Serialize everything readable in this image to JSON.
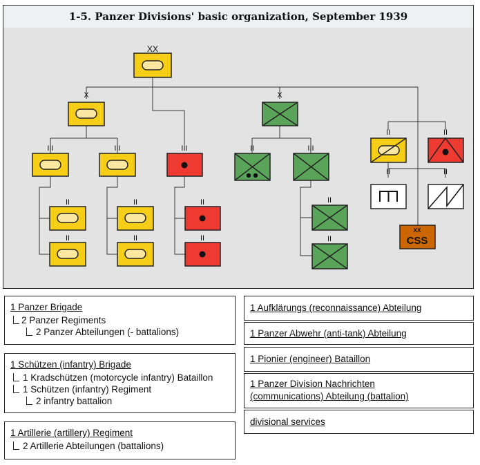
{
  "title": "1-5. Panzer Divisions' basic organization, September 1939",
  "chart": {
    "colors": {
      "armor": "#f6ce17",
      "armor_light": "#fbe7a0",
      "artillery": "#ee3a31",
      "recon": "#5aa45a",
      "css": "#cc6600",
      "panel": "#e3e3e3"
    },
    "echelons": {
      "division": "XX",
      "brigade": "X",
      "regiment": "III",
      "battalion": "II",
      "css": "XX"
    },
    "css_label": "CSS"
  },
  "brigade_panzer": {
    "title": "1 Panzer Brigade",
    "line2": "2  Panzer Regiments",
    "line3": "2 Panzer Abteilungen (- battalions)"
  },
  "brigade_schuetzen": {
    "title": "1 Schützen (infantry) Brigade",
    "line2": "1 Kradschützen (motorcycle infantry) Bataillon",
    "line3": "1 Schützen (infantry) Regiment",
    "line4": "2 infantry battalion"
  },
  "regiment_artillery": {
    "title": "1 Artillerie (artillery) Regiment",
    "line2": "2 Artillerie Abteilungen (battalions)"
  },
  "right_units": [
    "1 Aufklärungs (reconnaissance) Abteilung",
    "1 Panzer Abwehr (anti-tank) Abteilung",
    "1 Pionier (engineer) Bataillon",
    "1 Panzer Division Nachrichten",
    "(communications) Abteilung (battalion)",
    "divisional services"
  ]
}
